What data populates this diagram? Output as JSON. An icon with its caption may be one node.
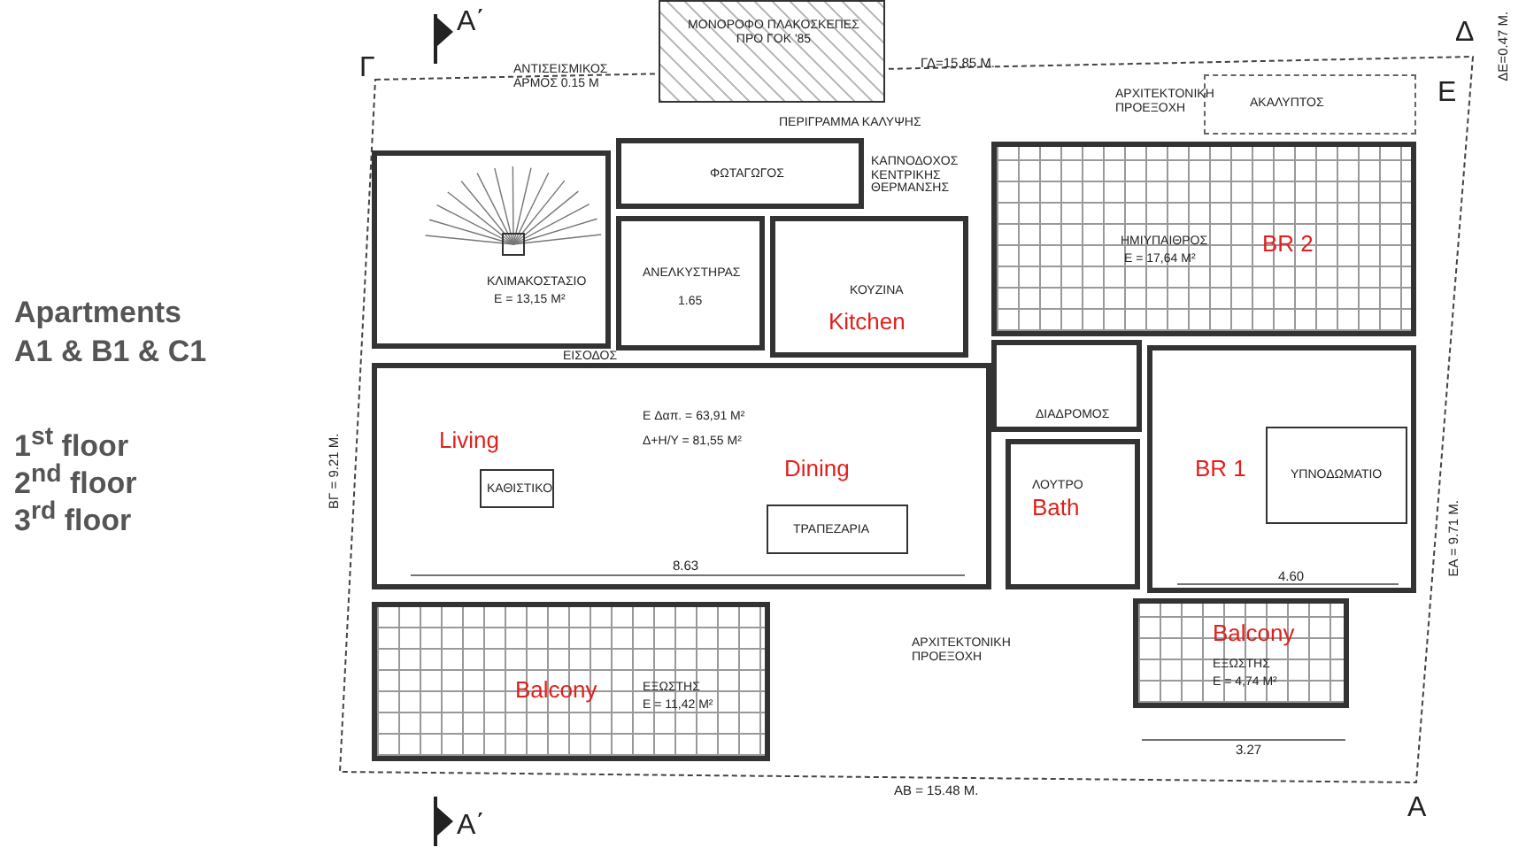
{
  "diagram": {
    "nodes": [
      {
        "text": [
          "ΚΛΙΜΑΚΟΣΤΑΣΙΟ",
          "Ε = 13,15 M²"
        ]
      },
      {
        "text": [
          "ΑΝΕΛΚΥΣΤΗΡΑΣ",
          "1.65"
        ]
      },
      {
        "text": [
          "ΦΩΤΑΓΩΓΟΣ"
        ]
      },
      {
        "text": [
          "ΚΟΥΖΙΝΑ",
          "Kitchen"
        ]
      },
      {
        "text": [
          "ΗΜΙΥΠΑΙΘΡΟΣ",
          "Ε = 17,64 M²",
          "BR 2"
        ]
      },
      {
        "text": [
          "Living",
          "Dining",
          "E Δαπ. = 63,91 M²",
          "Δ+Η/Υ = 81,55 M²"
        ]
      },
      {
        "text": [
          "ΚΑΘΙΣΤΙΚΟ"
        ],
        "in": 5
      },
      {
        "text": [
          "ΤΡΑΠΕΖΑΡΙΑ"
        ],
        "in": 5
      },
      {
        "text": [
          "ΔΙΑΔΡΟΜΟΣ"
        ]
      },
      {
        "text": [
          "ΛΟΥΤΡΟ",
          "Bath"
        ]
      },
      {
        "text": [
          "BR 1"
        ]
      },
      {
        "text": [
          "ΥΠΝΟΔΩΜΑΤΙΟ"
        ],
        "in": 10
      },
      {
        "text": [
          "Balcony",
          "ΕΞΩΣΤΗΣ",
          "Ε = 11,42 M²"
        ]
      },
      {
        "text": [
          "Balcony",
          "ΕΞΩΣΤΗΣ",
          "Ε = 4,74 M²"
        ]
      },
      {
        "text": [
          "ΜΟΝΟΡΟΦΟ ΠΛΑΚΟΣΚΕΠΕΣ ΠΡΟ ΓΟΚ '85"
        ]
      },
      {
        "text": [
          "ΑΚΑΛΥΠΤΟΣ"
        ]
      }
    ],
    "labels": [
      "Apartments",
      "A1 & B1 & C1",
      "1$^{st}$ floor",
      "2$^{nd}$ floor",
      "3$^{rd}$ floor",
      "Α΄",
      "Α΄",
      "Γ",
      "Δ",
      "Ε",
      "Α",
      "ΓΔ=15.85 Μ.",
      "ΑΒ = 15.48 Μ.",
      "ΒΓ = 9.21 Μ.",
      "ΕΑ = 9.71 Μ.",
      "ΔΕ=0.47 Μ.",
      "ΑΝΤΙΣΕΙΣΜΙΚΟΣ ΑΡΜΟΣ 0.15 Μ",
      "ΠΕΡΙΓΡΑΜΜΑ ΚΑΛΥΨΗΣ",
      "ΚΑΠΝΟΔΟΧΟΣ ΚΕΝΤΡΙΚΗΣ ΘΕΡΜΑΝΣΗΣ",
      "ΑΡΧΙΤΕΚΤΟΝΙΚΗ ΠΡΟΕΞΟΧΗ",
      "ΑΡΧΙΤΕΚΤΟΝΙΚΗ ΠΡΟΕΞΟΧΗ",
      "ΕΙΣΟΔΟΣ",
      "8.63",
      "4.60",
      "3.27"
    ]
  }
}
